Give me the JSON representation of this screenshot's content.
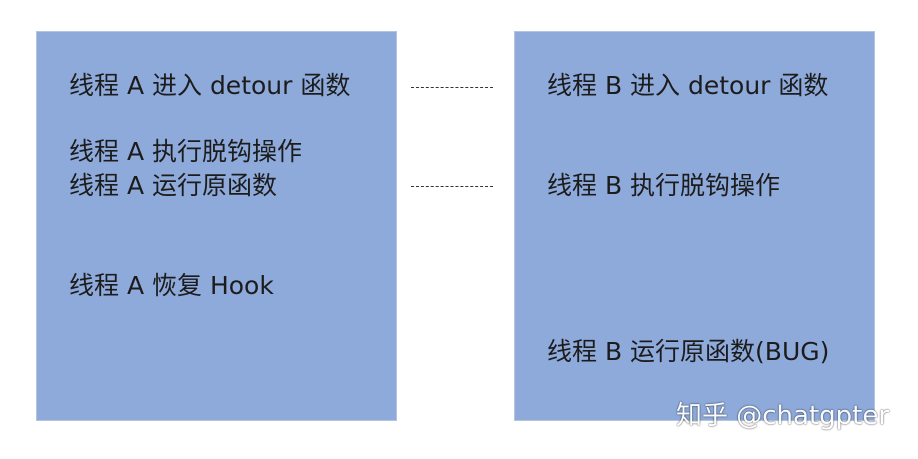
{
  "colors": {
    "panel_fill": "#8eaadb",
    "panel_border": "#b4c4de",
    "text": "#1c1c1c",
    "connector": "#333333",
    "background": "#ffffff"
  },
  "thread_a": {
    "steps": [
      "线程 A 进入 detour 函数",
      "线程 A 执行脱钩操作",
      "线程 A 运行原函数",
      "线程 A 恢复 Hook"
    ]
  },
  "thread_b": {
    "steps": [
      "线程 B 进入 detour 函数",
      "线程 B 执行脱钩操作",
      "线程 B 运行原函数(BUG)"
    ]
  },
  "watermark": "知乎 @chatgpter"
}
